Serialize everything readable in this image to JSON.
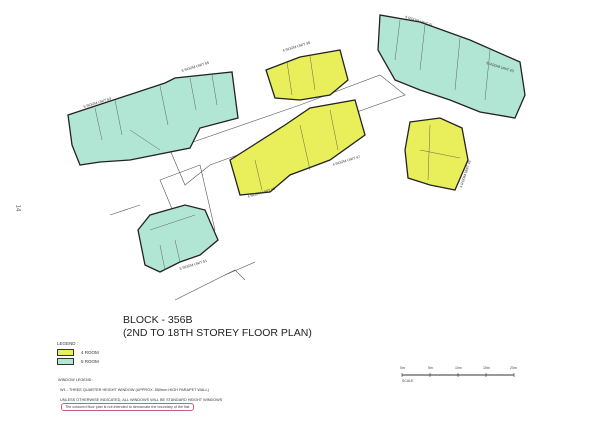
{
  "page_number": "14",
  "title": {
    "line1": "BLOCK - 356B",
    "line2": "(2ND TO 18TH STOREY FLOOR PLAN)"
  },
  "legend": {
    "heading": "LEGEND :",
    "items": [
      {
        "label": "4 ROOM",
        "color": "#e8ef5a"
      },
      {
        "label": "5 ROOM",
        "color": "#b2e6d4"
      }
    ]
  },
  "window_legend": {
    "heading": "WINDOW LEGEND :",
    "w1": "W1 - THREE QUARTER HEIGHT WINDOW (APPROX. 550mm HIGH PARAPET WALL)",
    "note": "UNLESS OTHERWISE INDICATED, ALL WINDOWS WILL BE STANDARD HEIGHT WINDOWS"
  },
  "disclaimer": "The coloured floor plan is not intended to demarcate the boundary of the flat.",
  "scale_bar": {
    "ticks": [
      "0m",
      "5m",
      "10m",
      "15m",
      "20m"
    ],
    "label": "SCALE"
  },
  "units": [
    {
      "type": "5 ROOM",
      "unit": "UNIT 53"
    },
    {
      "type": "5 ROOM",
      "unit": "UNIT 55"
    },
    {
      "type": "4 ROOM",
      "unit": "UNIT 39"
    },
    {
      "type": "5 ROOM",
      "unit": "UNIT 41"
    },
    {
      "type": "5 ROOM",
      "unit": "UNIT 43"
    },
    {
      "type": "4 ROOM",
      "unit": "UNIT 47"
    },
    {
      "type": "4 ROOM",
      "unit": "UNIT 49"
    },
    {
      "type": "4 ROOM",
      "unit": "UNIT 45"
    },
    {
      "type": "5 ROOM",
      "unit": "UNIT 51"
    }
  ]
}
